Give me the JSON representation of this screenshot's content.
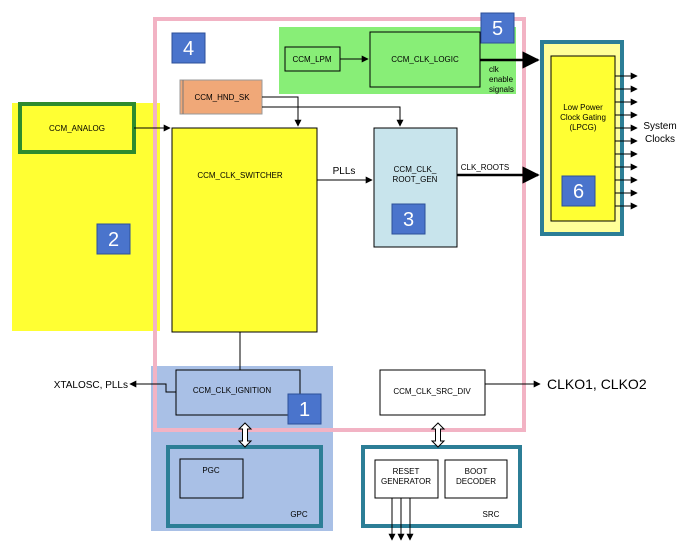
{
  "blocks": {
    "ccm_analog": "CCM_ANALOG",
    "ccm_hnd_sk": "CCM_HND_SK",
    "ccm_clk_switcher": "CCM_CLK_SWITCHER",
    "ccm_lpm": "CCM_LPM",
    "ccm_clk_logic": "CCM_CLK_LOGIC",
    "ccm_clk_root_gen": [
      "CCM_CLK_",
      "ROOT_GEN"
    ],
    "lpcg": [
      "Low Power",
      "Clock Gating",
      "(LPCG)"
    ],
    "ccm_clk_ignition": "CCM_CLK_IGNITION",
    "ccm_clk_src_div": "CCM_CLK_SRC_DIV",
    "pgc": "PGC",
    "gpc": "GPC",
    "reset_generator": [
      "RESET",
      "GENERATOR"
    ],
    "boot_decoder": [
      "BOOT",
      "DECODER"
    ],
    "src": "SRC"
  },
  "signals": {
    "plls": "PLLs",
    "clk_roots": "CLK_ROOTS",
    "clk_enable": [
      "clk",
      "enable",
      "signals"
    ],
    "system_clocks": [
      "System",
      "Clocks"
    ],
    "xtalosc_plls": "XTALOSC, PLLs",
    "clko": "CLKO1, CLKO2"
  },
  "badges": [
    "1",
    "2",
    "3",
    "4",
    "5",
    "6"
  ],
  "colors": {
    "yellow": "#ffff33",
    "pale_yellow": "#ffff99",
    "green": "#88ee77",
    "green_border": "#2e8b2e",
    "orange": "#f0a878",
    "light_blue": "#c8e4ec",
    "gpc_blue": "#a9c0e6",
    "pink": "#f2b3c4",
    "teal": "#2c7e96",
    "badge": "#4a74cc"
  }
}
